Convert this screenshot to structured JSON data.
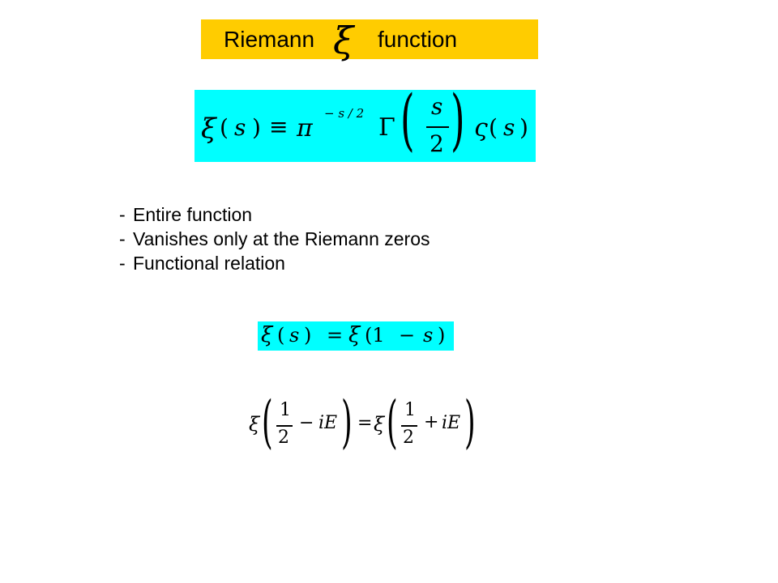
{
  "title": {
    "word_before": "Riemann",
    "symbol": "ξ",
    "word_after": "function",
    "background": "#ffcc00"
  },
  "definition_equation": {
    "background": "#00ffff",
    "lhs": [
      "ξ",
      "(",
      "s",
      ")"
    ],
    "relation": "≡",
    "pi": "π",
    "exponent": "− s / 2",
    "gamma": "Γ",
    "fraction": {
      "numerator": "s",
      "denominator": "2"
    },
    "zeta": "ς",
    "zeta_arg": [
      "(",
      "s",
      ")"
    ]
  },
  "properties": [
    "Entire function",
    "Vanishes only at the Riemann zeros",
    "Functional relation"
  ],
  "bullet_marker": "-",
  "functional_equation": {
    "background": "#00ffff",
    "lhs": [
      "ξ",
      "(",
      "s",
      ")"
    ],
    "equals": "=",
    "rhs": [
      "ξ",
      "(1",
      "−",
      "s",
      ")"
    ]
  },
  "critical_line_equation": {
    "xi": "ξ",
    "fraction": {
      "numerator": "1",
      "denominator": "2"
    },
    "minus": "−",
    "plus": "+",
    "iE": "iE",
    "equals": "="
  }
}
